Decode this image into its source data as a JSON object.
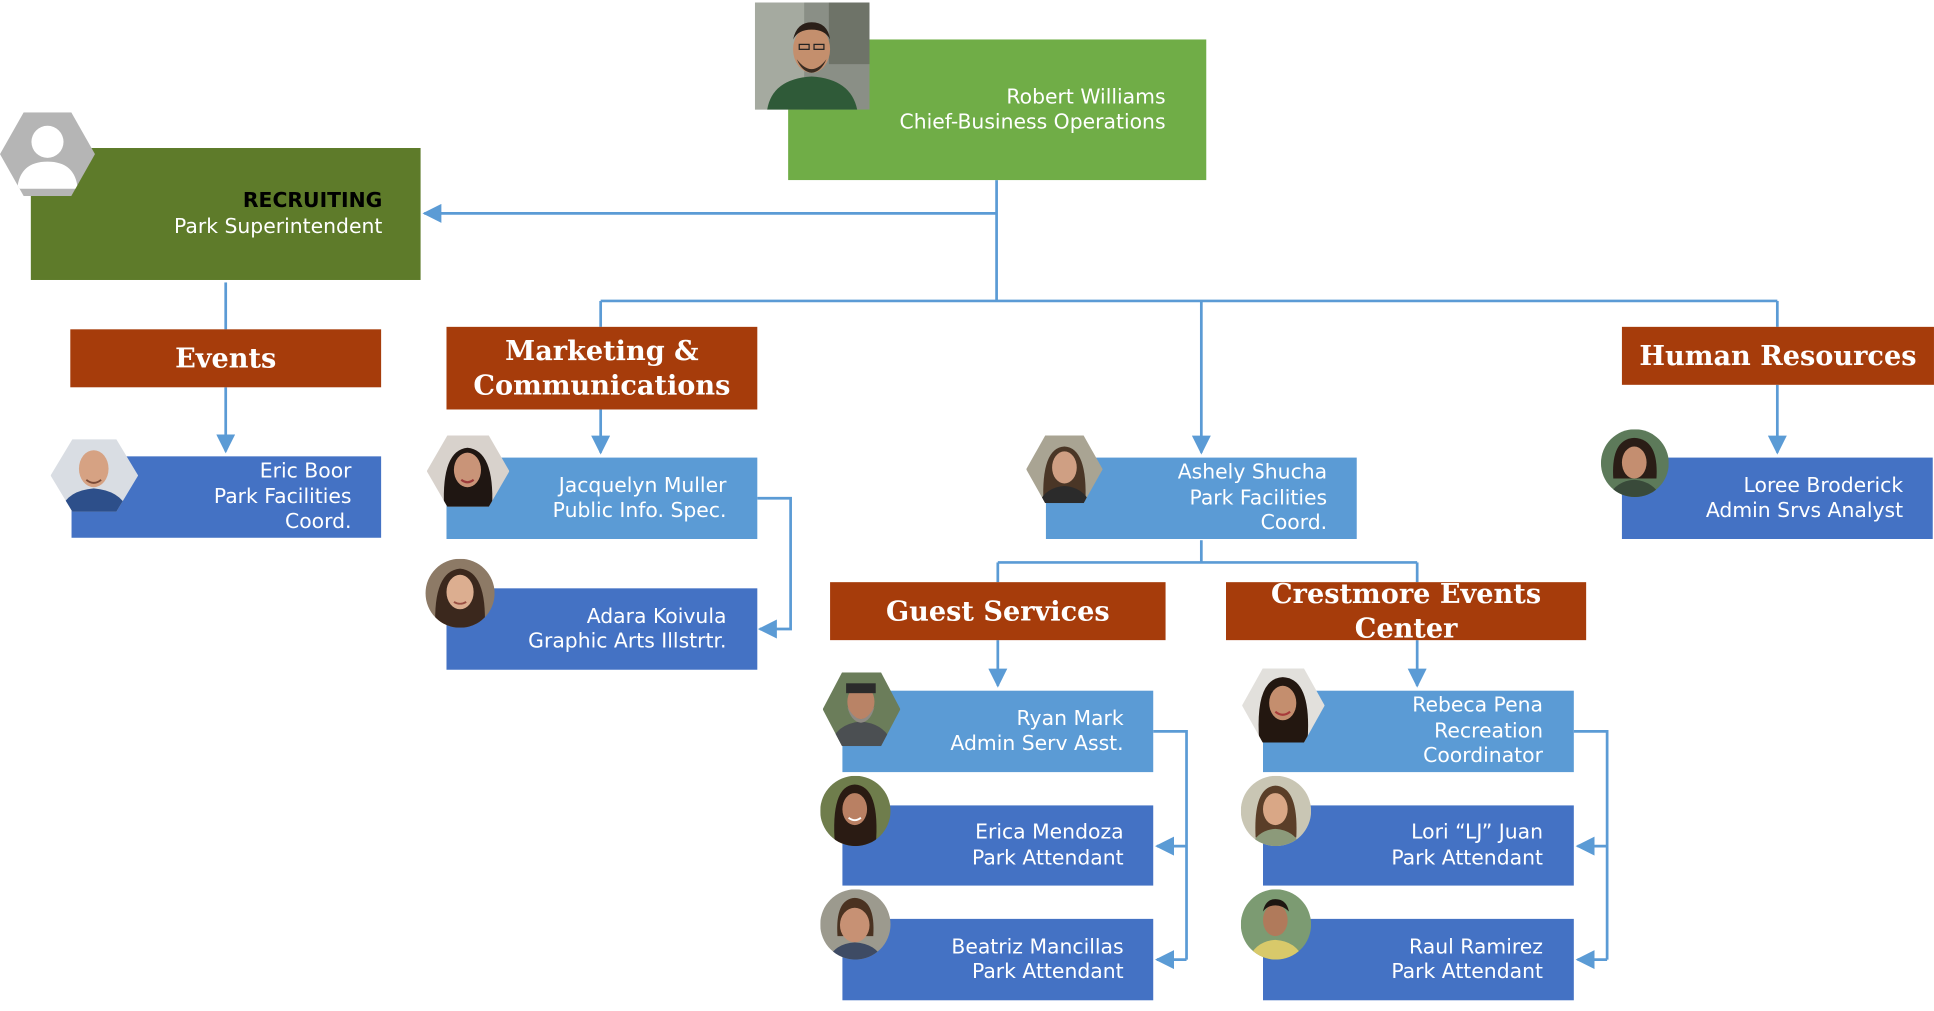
{
  "colors": {
    "executive": "#70AD47",
    "vacant": "#5E7B2A",
    "department": "#A63C0B",
    "staff_light": "#5B9BD5",
    "staff_dark": "#4472C4",
    "connector": "#5B9BD5"
  },
  "chief": {
    "name": "Robert Williams",
    "title": "Chief-Business Operations",
    "photo": "portrait-photo"
  },
  "superintendent": {
    "status": "RECRUITING",
    "title": "Park Superintendent",
    "icon": "person-placeholder-icon"
  },
  "departments": {
    "events": {
      "label": "Events"
    },
    "marketing": {
      "label_line1": "Marketing &",
      "label_line2": "Communications"
    },
    "hr": {
      "label": "Human Resources"
    },
    "guest_services": {
      "label": "Guest Services"
    },
    "crestmore": {
      "label": "Crestmore Events Center"
    }
  },
  "staff": {
    "eric": {
      "name": "Eric Boor",
      "title_line1": "Park Facilities",
      "title_line2": "Coord."
    },
    "jacquelyn": {
      "name": "Jacquelyn Muller",
      "title": "Public Info. Spec."
    },
    "adara": {
      "name": "Adara Koivula",
      "title": "Graphic Arts Illstrtr."
    },
    "ashely": {
      "name": "Ashely Shucha",
      "title_line1": "Park Facilities",
      "title_line2": "Coord."
    },
    "loree": {
      "name": "Loree Broderick",
      "title": "Admin Srvs Analyst"
    },
    "ryan": {
      "name": "Ryan Mark",
      "title": "Admin Serv Asst."
    },
    "erica": {
      "name": "Erica Mendoza",
      "title": "Park Attendant"
    },
    "beatriz": {
      "name": "Beatriz Mancillas",
      "title": "Park Attendant"
    },
    "rebeca": {
      "name": "Rebeca Pena",
      "title_line1": "Recreation",
      "title_line2": "Coordinator"
    },
    "lori": {
      "name": "Lori “LJ” Juan",
      "title": "Park Attendant"
    },
    "raul": {
      "name": "Raul Ramirez",
      "title": "Park Attendant"
    }
  }
}
